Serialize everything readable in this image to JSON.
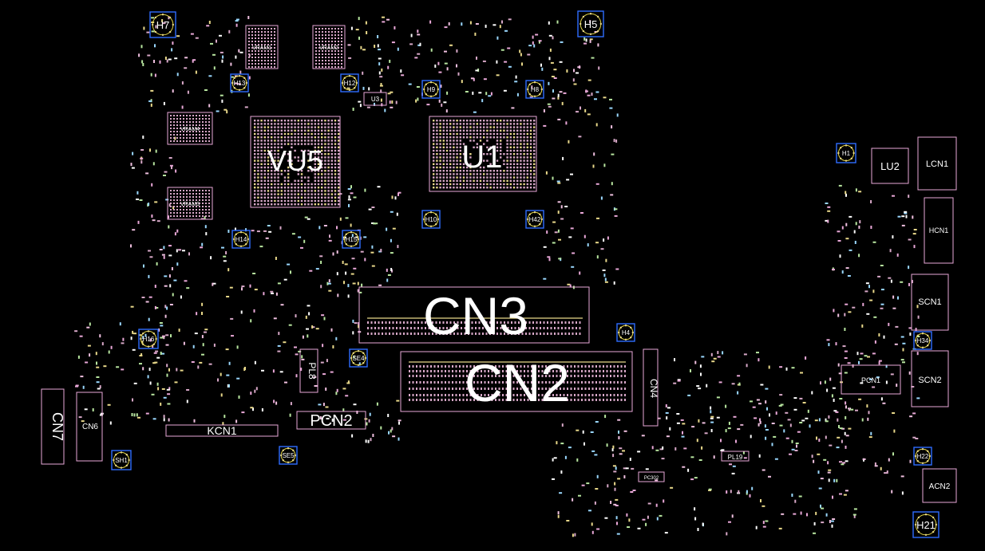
{
  "labels": {
    "vu5": "VU5",
    "u1": "U1",
    "cn3": "CN3",
    "cn2": "CN2",
    "cn4": "CN4",
    "cn6": "CN6",
    "cn7": "CN7",
    "kcn1": "KCN1",
    "pcn2": "PCN2",
    "pl8": "PL8",
    "lu2": "LU2",
    "lcn1": "LCN1",
    "hcn1": "HCN1",
    "scn1": "SCN1",
    "scn2": "SCN2",
    "pcn1": "PCN1",
    "acn2": "ACN2",
    "vram1": "VRAM1",
    "vram2": "VRAM2",
    "vram3": "VRAM3",
    "vram4": "VRAM4",
    "u3": "U3",
    "pl19": "PL19",
    "pc302": "PC302"
  },
  "holes": [
    {
      "id": "h7",
      "label": "H7"
    },
    {
      "id": "h5",
      "label": "H5"
    },
    {
      "id": "h1",
      "label": "H1"
    },
    {
      "id": "h4",
      "label": "H4"
    },
    {
      "id": "h16",
      "label": "H16"
    },
    {
      "id": "h14",
      "label": "H14"
    },
    {
      "id": "h15",
      "label": "H15"
    },
    {
      "id": "h13",
      "label": "H13"
    },
    {
      "id": "h12",
      "label": "H12"
    },
    {
      "id": "h9",
      "label": "H9"
    },
    {
      "id": "h8",
      "label": "H8"
    },
    {
      "id": "h10",
      "label": "H10"
    },
    {
      "id": "h42",
      "label": "H42"
    },
    {
      "id": "h34",
      "label": "H34"
    },
    {
      "id": "h22",
      "label": "H22"
    },
    {
      "id": "h21",
      "label": "H21"
    },
    {
      "id": "sh1",
      "label": "SH1"
    },
    {
      "id": "se5",
      "label": "SE5"
    },
    {
      "id": "se4",
      "label": "SE4"
    }
  ]
}
